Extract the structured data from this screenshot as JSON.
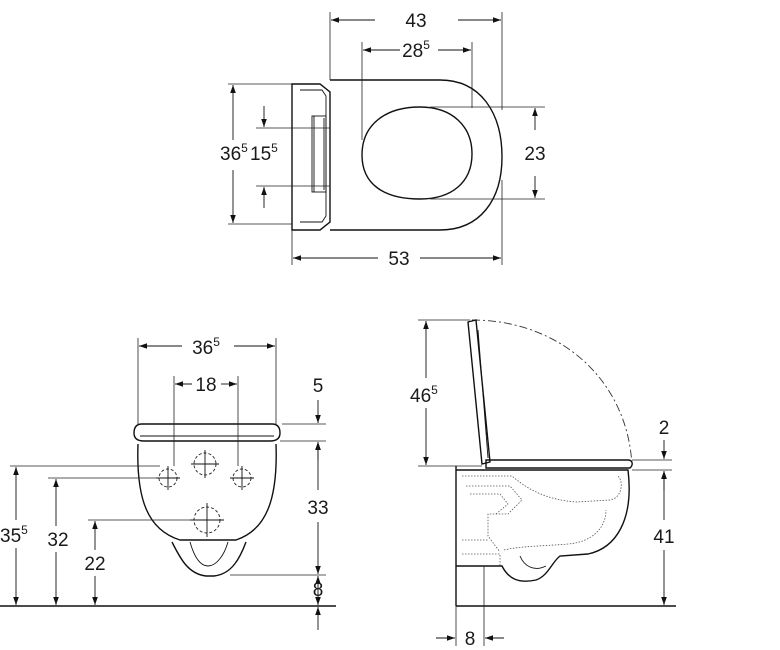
{
  "top_view": {
    "width_overall": "43",
    "seat_opening": [
      "28",
      "5"
    ],
    "seat_depth": [
      "36",
      "5"
    ],
    "hinge_spacing": [
      "15",
      "5"
    ],
    "bowl_opening": "23",
    "length_overall": "53"
  },
  "front_view": {
    "seat_width": [
      "36",
      "5"
    ],
    "bolt_spacing": "18",
    "seat_thickness": "5",
    "bowl_height": "33",
    "rim_to_floor": "8",
    "total_height": [
      "35",
      "5"
    ],
    "bolt_height": "32",
    "outlet_height": "22"
  },
  "side_view": {
    "lid_open_height": [
      "46",
      "5"
    ],
    "seat_gap": "2",
    "rim_height": "41",
    "wall_offset": "8"
  },
  "icons": {
    "arrow": "dimension-arrow-icon",
    "crosshair": "fixing-point-icon"
  }
}
